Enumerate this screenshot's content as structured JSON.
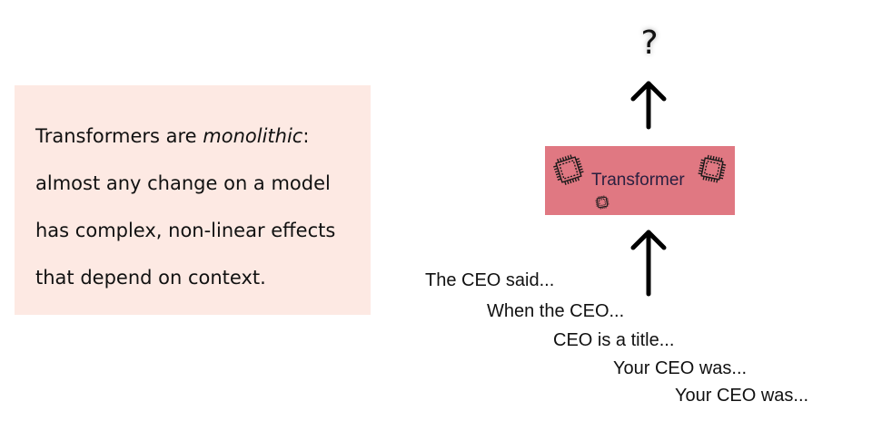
{
  "callout": {
    "line1_prefix": "Transformers are ",
    "line1_emphasis": "monolithic",
    "line1_suffix": ":",
    "line2": "almost any change on a model",
    "line3": "has complex, non-linear effects",
    "line4": "that depend on context."
  },
  "diagram": {
    "output_symbol": "?",
    "model_label": "Transformer",
    "prompts": [
      "The CEO said...",
      "When the CEO...",
      "CEO is a title...",
      "Your CEO was...",
      "Your CEO was..."
    ]
  },
  "colors": {
    "callout_background": "#fde9e3",
    "model_box": "#e07882",
    "arrow": "#000000"
  },
  "icons": [
    "chip-icon",
    "arrow-up-icon"
  ]
}
